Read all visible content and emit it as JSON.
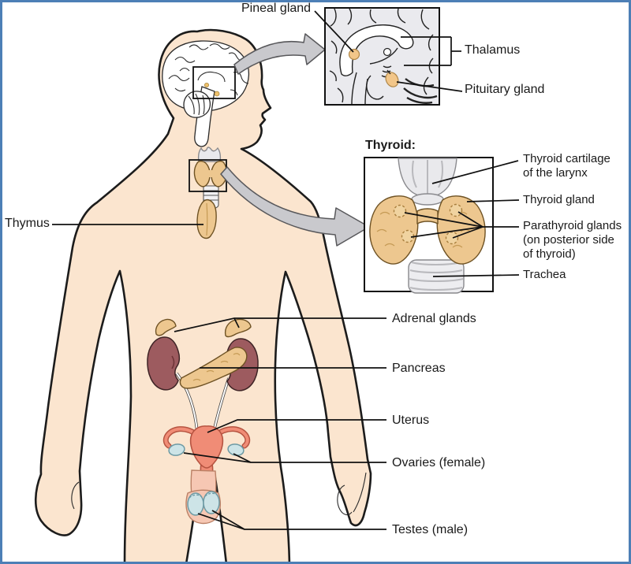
{
  "labels": {
    "pineal": "Pineal gland",
    "thalamus": "Thalamus",
    "pituitary": "Pituitary gland",
    "thyroid_title": "Thyroid:",
    "thyroid_cartilage": "Thyroid cartilage\nof the larynx",
    "thyroid_gland": "Thyroid gland",
    "parathyroid": "Parathyroid glands\n(on posterior side\nof thyroid)",
    "trachea": "Trachea",
    "thymus": "Thymus",
    "adrenal": "Adrenal glands",
    "pancreas": "Pancreas",
    "uterus": "Uterus",
    "ovaries": "Ovaries (female)",
    "testes": "Testes (male)"
  },
  "colors": {
    "skin": "#fbe5cf",
    "outline": "#1c1c1c",
    "organ_tan": "#edc78f",
    "tan_stroke": "#6e5224",
    "kidney": "#9d5b5f",
    "kidney_stroke": "#3f2426",
    "uterus": "#f08c76",
    "uterus_stroke": "#b65441",
    "blue_organ": "#cde4e7",
    "blue_stroke": "#6d9aa4",
    "genital": "#f6c7b3",
    "genital_stroke": "#bb8166",
    "gray_fill": "#e9e9ec",
    "gray_stroke": "#8a8a8e",
    "arrow_fill": "#c9c9cd",
    "arrow_stroke": "#58585b",
    "inset_bg": "#eaeaee",
    "frame": "#4d7fb6",
    "label": "#1a1a1a",
    "line": "#111111"
  }
}
